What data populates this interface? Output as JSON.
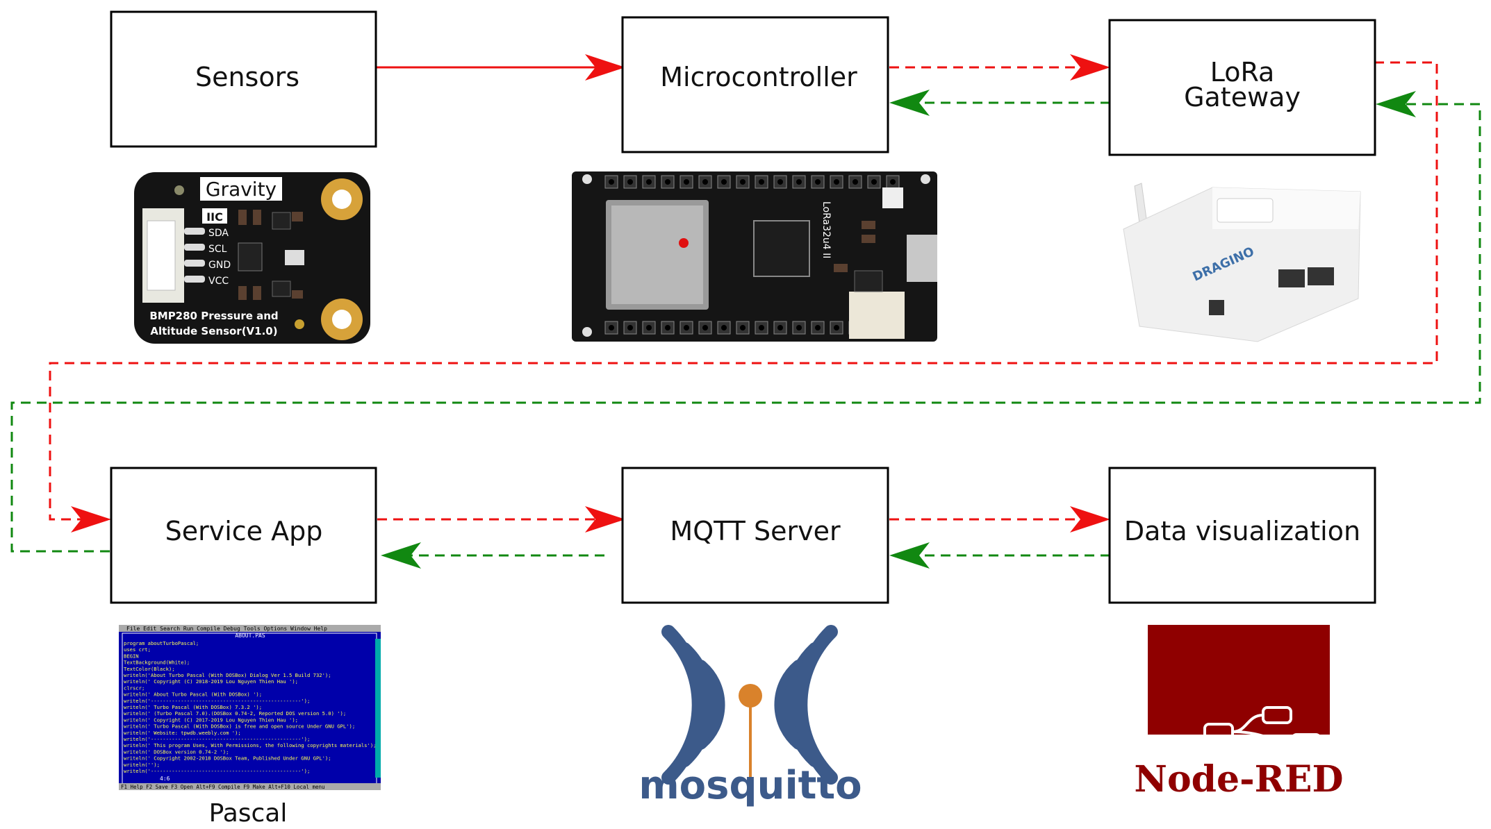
{
  "nodes": {
    "sensors": "Sensors",
    "microcontroller": "Microcontroller",
    "gateway_line1": "LoRa",
    "gateway_line2": "Gateway",
    "service_app": "Service App",
    "mqtt_server": "MQTT Server",
    "data_visualization": "Data visualization"
  },
  "sensor_board": {
    "brand": "Gravity",
    "iic": "IIC",
    "pins": [
      "SDA",
      "SCL",
      "GND",
      "VCC"
    ],
    "name_line1": "BMP280 Pressure and",
    "name_line2": "Altitude Sensor(V1.0)"
  },
  "mcu_board": {
    "chip_label": "LoRa32u4 II"
  },
  "gateway_device": {
    "brand": "DRAGINO"
  },
  "pascal_screen": {
    "menu": [
      "File",
      "Edit",
      "Search",
      "Run",
      "Compile",
      "Debug",
      "Tools",
      "Options",
      "Window",
      "Help"
    ],
    "window_title": "ABOUT.PAS",
    "lines": [
      "program aboutTurboPascal;",
      "uses crt;",
      "BEGIN",
      "TextBackground(White);",
      "TextColor(Black);",
      "writeln('About Turbo Pascal (With DOSBox) Dialog Ver 1.5 Build 732');",
      "writeln(' Copyright (C) 2018-2019 Lou Nguyen Thien Hau ');",
      "clrscr;",
      "writeln('             About Turbo Pascal (With DOSBox)      ');",
      "writeln('--------------------------------------------------');",
      "writeln(' Turbo Pascal (With DOSBox) 7.3.2          ');",
      "writeln(' (Turbo Pascal 7.0).(DOSBox 0.74-2, Reported DOS version 5.0) ');",
      "writeln(' Copyright (C) 2017-2019 Lou Nguyen Thien Hau ');",
      "writeln(' Turbo Pascal (With DOSBox) is free and open source Under GNU GPL');",
      "writeln(' Website: tpwdb.weebly.com ');",
      "writeln('--------------------------------------------------');",
      "writeln(' This program Uses, With Permissions, the following copyrights materials');",
      "writeln(' DOSBox version 0.74-2 ');",
      "writeln(' Copyright 2002-2018 DOSBox Team, Published Under GNU GPL');",
      "writeln('');",
      "writeln('--------------------------------------------------');"
    ],
    "status": "4:6",
    "footer": "F1 Help  F2 Save  F3 Open  Alt+F9 Compile  F9 Make  Alt+F10 Local menu",
    "caption": "Pascal"
  },
  "mosquitto_logo": {
    "wordmark": "mosquitto"
  },
  "nodered_logo": {
    "wordmark": "Node-RED"
  },
  "colors": {
    "request_arrow": "#ee1111",
    "response_arrow": "#118811",
    "box_stroke": "#000000",
    "mosquitto_blue": "#3c5a8a",
    "mosquitto_orange": "#d9822b",
    "nodered_red": "#8f0000",
    "pascal_blue": "#0000aa"
  }
}
